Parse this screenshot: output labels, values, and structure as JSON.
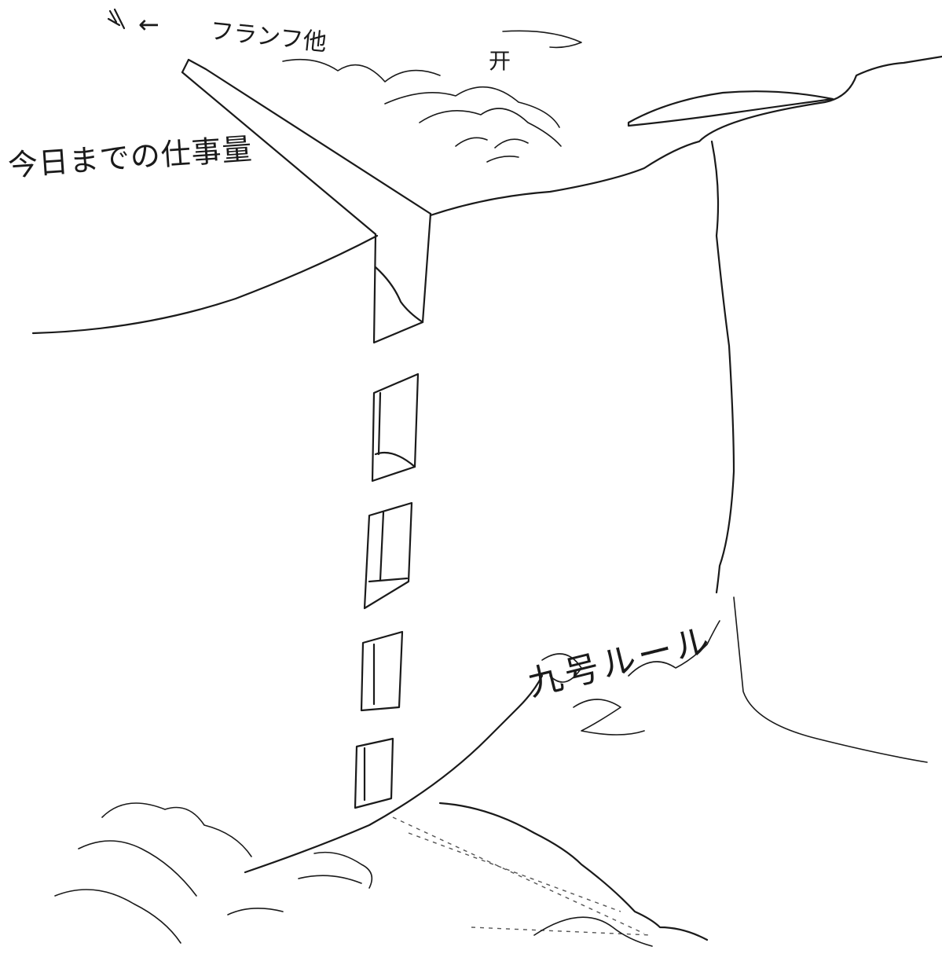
{
  "labels": {
    "main_note": "今日までの仕事量",
    "top_note": "フランフ他",
    "shrine_mark": "开",
    "bottom_note": "九号ルール",
    "arrow": "←"
  },
  "ink_color": "#1a1a1a"
}
